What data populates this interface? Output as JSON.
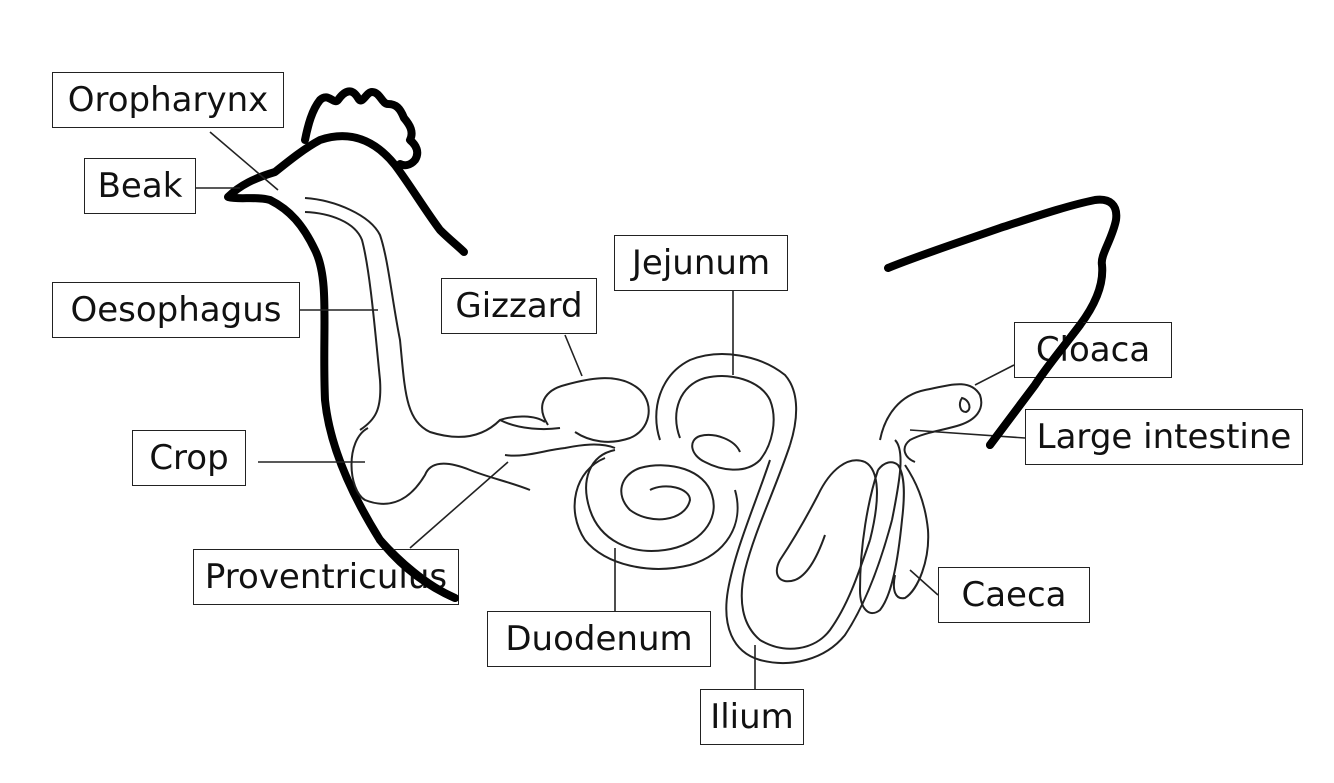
{
  "labels": {
    "oropharynx": "Oropharynx",
    "beak": "Beak",
    "oesophagus": "Oesophagus",
    "crop": "Crop",
    "proventriculus": "Proventriculus",
    "gizzard": "Gizzard",
    "jejunum": "Jejunum",
    "duodenum": "Duodenum",
    "ilium": "Ilium",
    "caeca": "Caeca",
    "cloaca": "Cloaca",
    "large_intestine": "Large intestine"
  },
  "colors": {
    "outline": "#000000",
    "organ": "#222222",
    "background": "#ffffff"
  }
}
